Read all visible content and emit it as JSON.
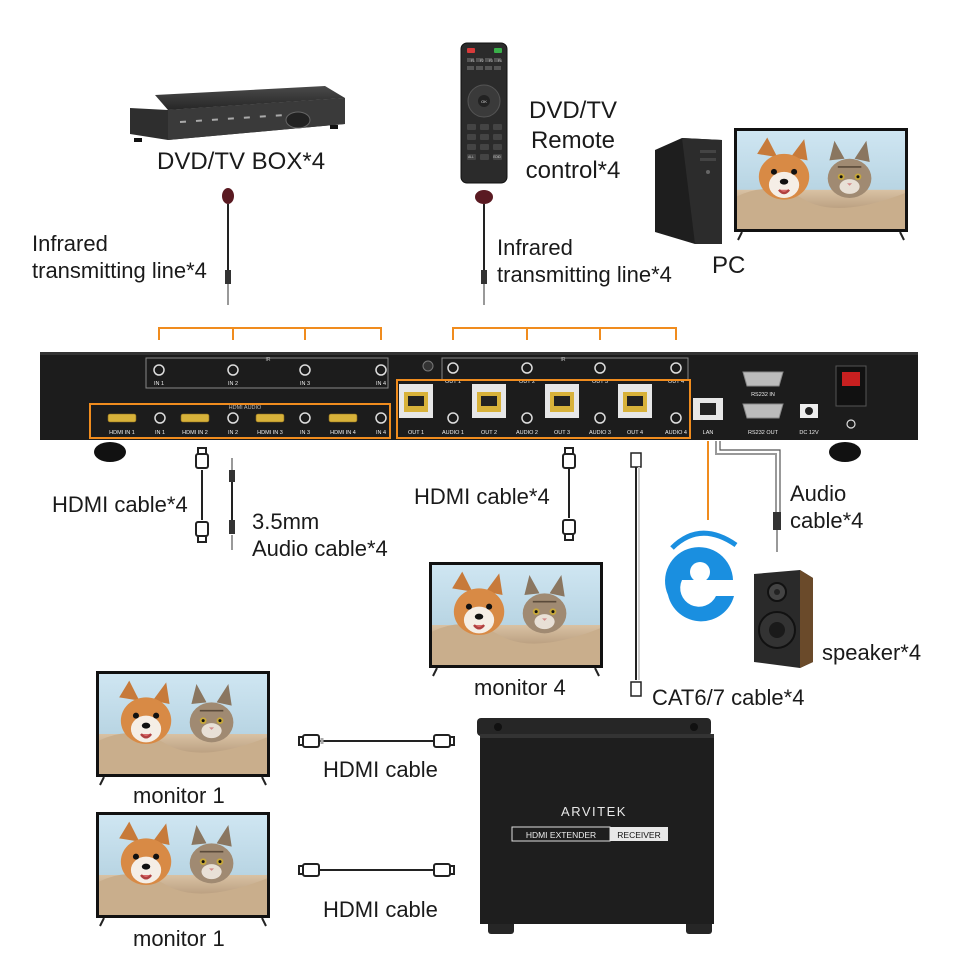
{
  "labels": {
    "dvd_box": "DVD/TV BOX*4",
    "remote": [
      "DVD/TV",
      "Remote",
      "control*4"
    ],
    "ir_left": [
      "Infrared",
      "transmitting line*4"
    ],
    "ir_right": [
      "Infrared",
      "transmitting line*4"
    ],
    "pc": "PC",
    "hdmi_cable_left": "HDMI cable*4",
    "audio_cable_left": [
      "3.5mm",
      "Audio cable*4"
    ],
    "hdmi_cable_mid": "HDMI cable*4",
    "audio_cable_right": [
      "Audio",
      "cable*4"
    ],
    "speaker": "speaker*4",
    "monitor4": "monitor 4",
    "cat_cable": "CAT6/7 cable*4",
    "monitor1_top": "monitor 1",
    "monitor1_bottom": "monitor 1",
    "hdmi_cable_top": "HDMI cable",
    "hdmi_cable_bottom": "HDMI cable"
  },
  "matrix": {
    "ir_inputs": [
      "IN 1",
      "IN 2",
      "IN 3",
      "IN 4"
    ],
    "ir_outputs": [
      "OUT 1",
      "OUT 2",
      "OUT 3",
      "OUT 4"
    ],
    "ir_tag": "IR",
    "hdmi_audio_tag": "HDMI AUDIO",
    "hdmi_inputs": [
      "HDMI IN 1",
      "IN 1",
      "HDMI IN 2",
      "IN 2",
      "HDMI IN 3",
      "IN 3",
      "HDMI IN 4",
      "IN 4"
    ],
    "outputs": [
      "OUT 1",
      "AUDIO 1",
      "OUT 2",
      "AUDIO 2",
      "OUT 3",
      "AUDIO 3",
      "OUT 4",
      "AUDIO 4"
    ],
    "lan": "LAN",
    "rs232_in": "RS232 IN",
    "rs232_out": "RS232 OUT",
    "dc": "DC 12V"
  },
  "receiver": {
    "brand": "ARVITEK",
    "tag_left": "HDMI EXTENDER",
    "tag_right": "RECEIVER"
  },
  "remote_keys": [
    "F1",
    "F2",
    "F3",
    "F4",
    "OK",
    "ALL",
    "EDID"
  ],
  "colors": {
    "orange": "#f08c1e",
    "device": "#1c1c1c",
    "rj45": "#d8b23a",
    "ie_blue": "#1a8fe0"
  }
}
